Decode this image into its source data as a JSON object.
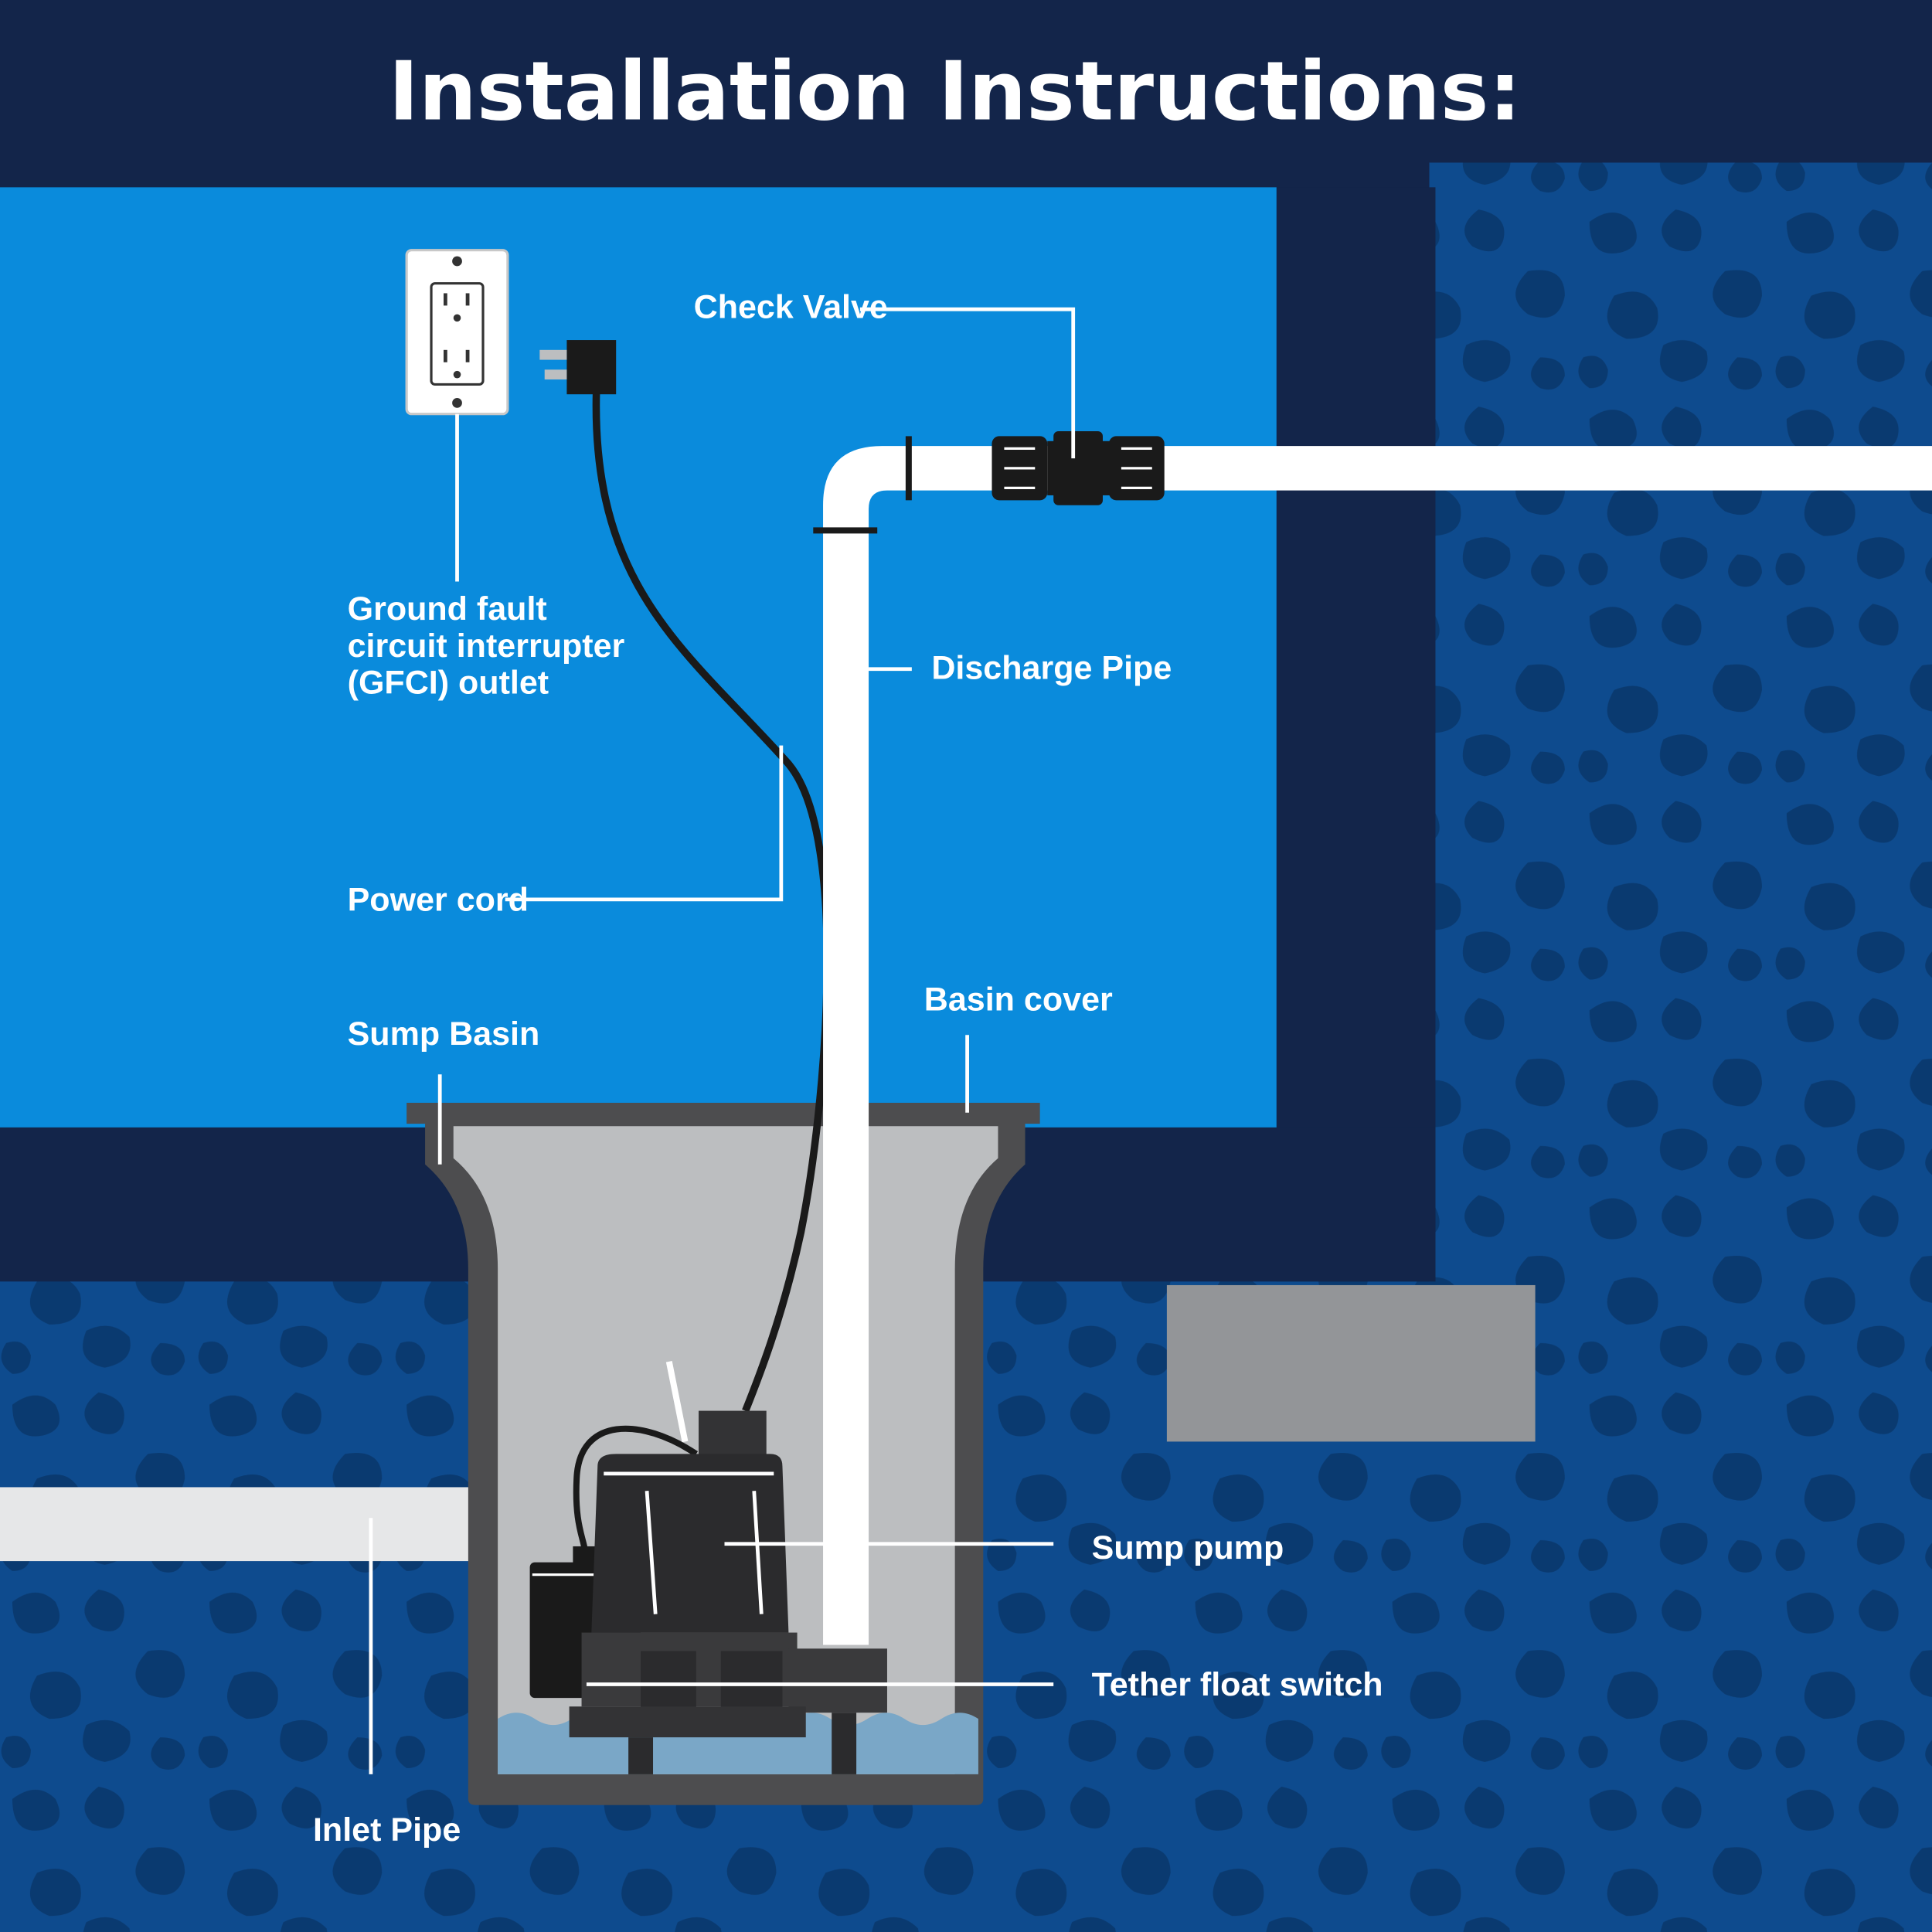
{
  "header": {
    "title": "Installation Instructions:"
  },
  "labels": {
    "check_valve": "Check Valve",
    "gfci_line1": "Ground fault",
    "gfci_line2": "circuit interrupter",
    "gfci_line3": "(GFCI) outlet",
    "discharge_pipe": "Discharge Pipe",
    "power_cord": "Power cord",
    "basin_cover": "Basin cover",
    "sump_basin": "Sump Basin",
    "sump_pump": "Sump pump",
    "tether_float_switch": "Tether float switch",
    "inlet_pipe": "Inlet Pipe"
  },
  "colors": {
    "navy": "#13254a",
    "room_blue": "#0a8bdc",
    "soil_blue": "#0e4b8e",
    "soil_blob": "#0a3a70",
    "basin_dark": "#4d4d4f",
    "basin_light": "#bcbec0",
    "water": "#7aa7c7",
    "slab_gray": "#939598"
  }
}
